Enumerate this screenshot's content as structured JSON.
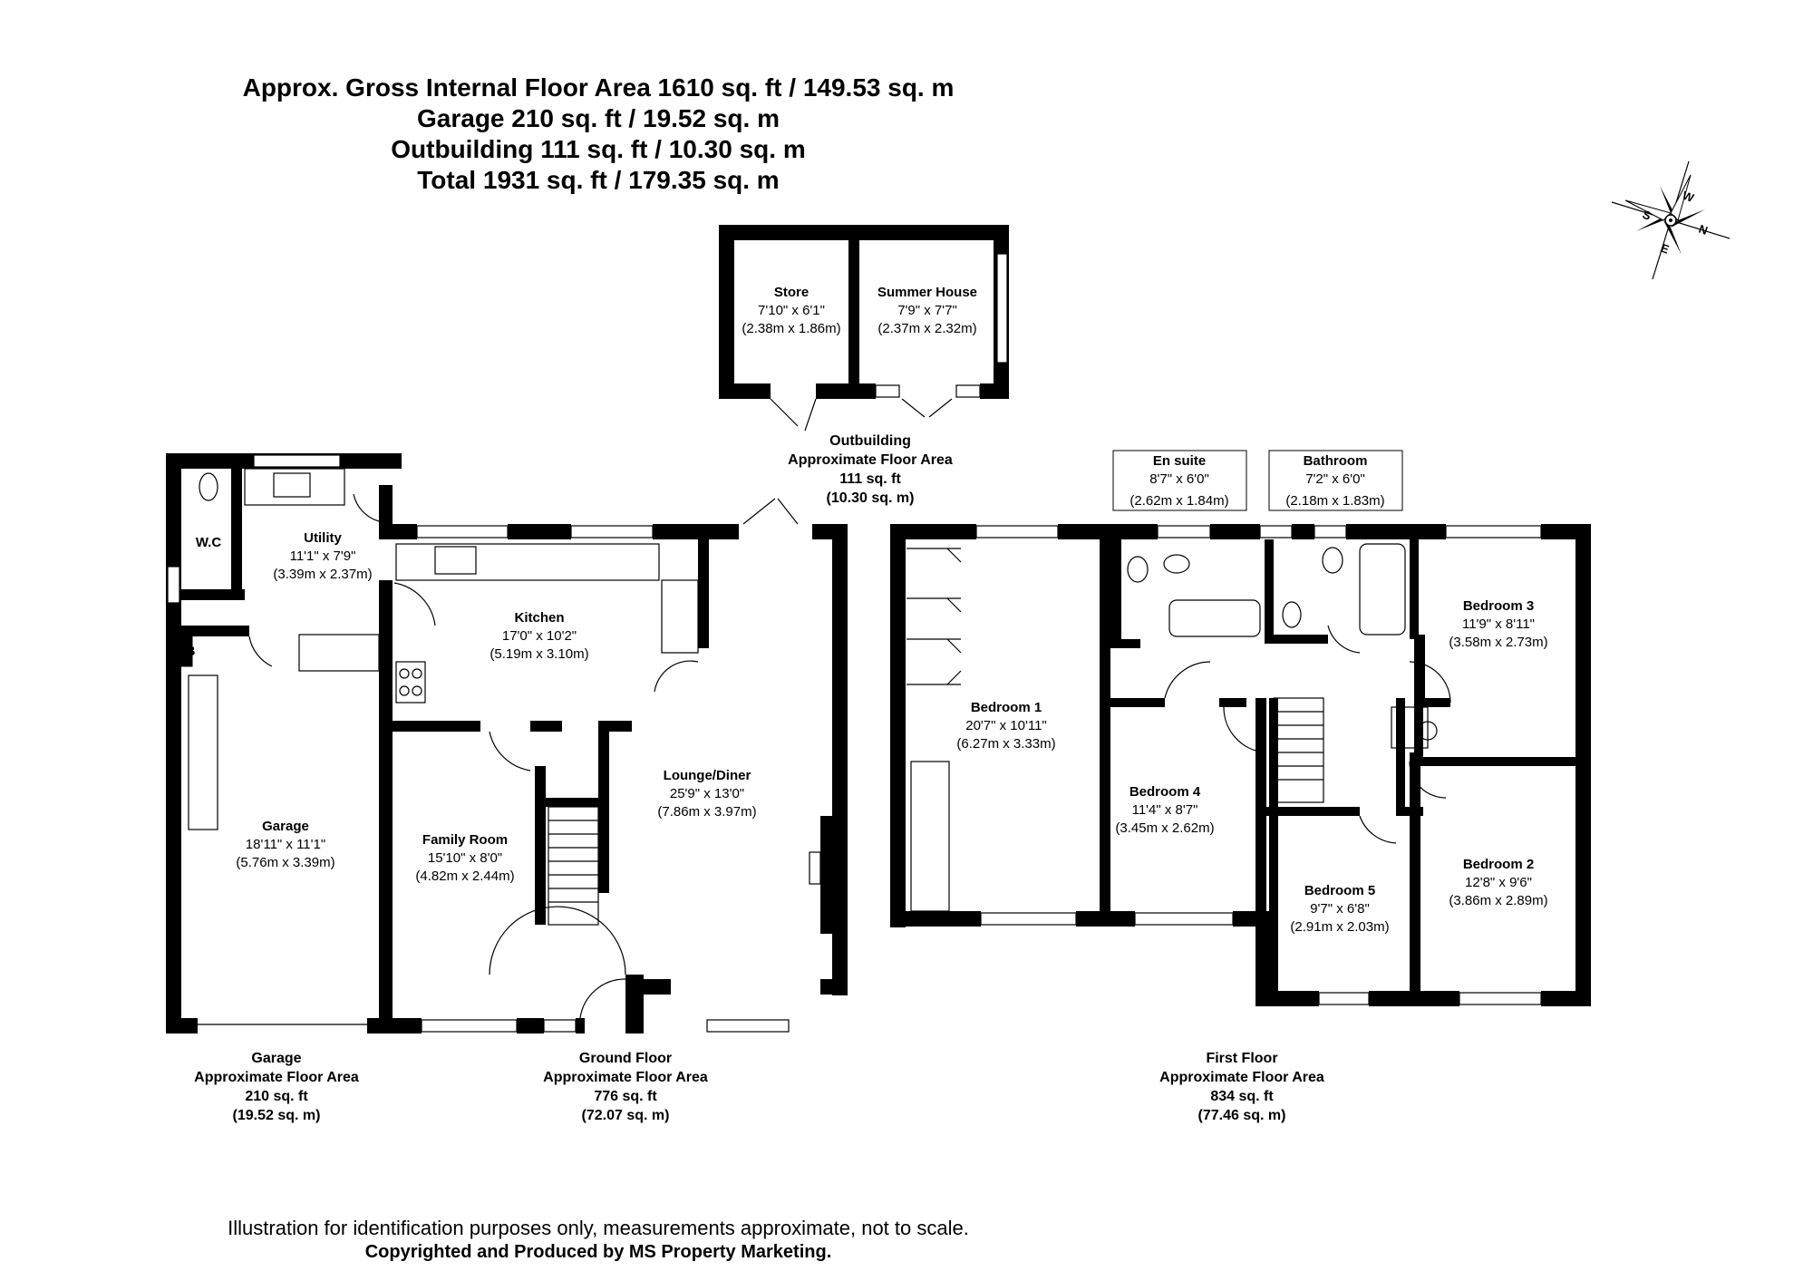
{
  "header": {
    "line1": "Approx. Gross Internal Floor Area 1610 sq. ft / 149.53 sq. m",
    "line2": "Garage 210 sq. ft / 19.52 sq. m",
    "line3": "Outbuilding 111 sq. ft / 10.30 sq. m",
    "line4": "Total 1931 sq. ft / 179.35 sq. m"
  },
  "compass": {
    "n": "N",
    "s": "S",
    "e": "E",
    "w": "W"
  },
  "rooms": {
    "store": {
      "name": "Store",
      "dim1": "7'10\" x 6'1\"",
      "dim2": "(2.38m x 1.86m)"
    },
    "summer_house": {
      "name": "Summer House",
      "dim1": "7'9\" x 7'7\"",
      "dim2": "(2.37m x 2.32m)"
    },
    "wc": {
      "name": "W.C"
    },
    "boiler": {
      "name": "B"
    },
    "utility": {
      "name": "Utility",
      "dim1": "11'1\" x 7'9\"",
      "dim2": "(3.39m x 2.37m)"
    },
    "kitchen": {
      "name": "Kitchen",
      "dim1": "17'0\" x 10'2\"",
      "dim2": "(5.19m x 3.10m)"
    },
    "garage": {
      "name": "Garage",
      "dim1": "18'11\" x 11'1\"",
      "dim2": "(5.76m x 3.39m)"
    },
    "family_room": {
      "name": "Family Room",
      "dim1": "15'10\" x 8'0\"",
      "dim2": "(4.82m x 2.44m)"
    },
    "lounge_diner": {
      "name": "Lounge/Diner",
      "dim1": "25'9\" x 13'0\"",
      "dim2": "(7.86m x 3.97m)"
    },
    "en_suite": {
      "name": "En suite",
      "dim1": "8'7\" x 6'0\"",
      "dim2": "(2.62m x 1.84m)"
    },
    "bathroom": {
      "name": "Bathroom",
      "dim1": "7'2\" x 6'0\"",
      "dim2": "(2.18m x 1.83m)"
    },
    "bedroom1": {
      "name": "Bedroom 1",
      "dim1": "20'7\" x 10'11\"",
      "dim2": "(6.27m x 3.33m)"
    },
    "bedroom2": {
      "name": "Bedroom 2",
      "dim1": "12'8\" x 9'6\"",
      "dim2": "(3.86m x 2.89m)"
    },
    "bedroom3": {
      "name": "Bedroom 3",
      "dim1": "11'9\" x 8'11\"",
      "dim2": "(3.58m x 2.73m)"
    },
    "bedroom4": {
      "name": "Bedroom 4",
      "dim1": "11'4\" x 8'7\"",
      "dim2": "(3.45m x 2.62m)"
    },
    "bedroom5": {
      "name": "Bedroom 5",
      "dim1": "9'7\" x 6'8\"",
      "dim2": "(2.91m x 2.03m)"
    }
  },
  "areas": {
    "outbuilding": {
      "l1": "Outbuilding",
      "l2": "Approximate Floor Area",
      "l3": "111 sq. ft",
      "l4": "(10.30 sq. m)"
    },
    "garage": {
      "l1": "Garage",
      "l2": "Approximate Floor Area",
      "l3": "210 sq. ft",
      "l4": "(19.52 sq. m)"
    },
    "ground": {
      "l1": "Ground Floor",
      "l2": "Approximate Floor Area",
      "l3": "776 sq. ft",
      "l4": "(72.07 sq. m)"
    },
    "first": {
      "l1": "First Floor",
      "l2": "Approximate Floor Area",
      "l3": "834 sq. ft",
      "l4": "(77.46 sq. m)"
    }
  },
  "footer": {
    "disclaimer": "Illustration for identification purposes only, measurements approximate, not to scale.",
    "credit": "Copyrighted  and Produced by MS Property Marketing."
  }
}
